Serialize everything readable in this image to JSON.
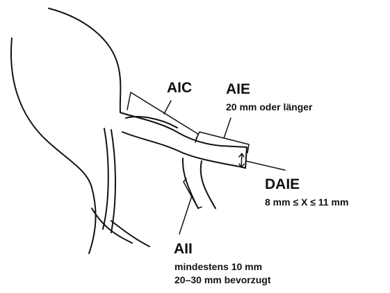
{
  "labels": {
    "aic": {
      "name": "AIC"
    },
    "aie": {
      "name": "AIE",
      "note": "20 mm oder länger"
    },
    "daie": {
      "name": "DAIE",
      "note": "8 mm ≤ X ≤ 11 mm"
    },
    "aii": {
      "name": "AII",
      "note_1": "mindestens 10 mm",
      "note_2": "20–30 mm bevorzugt"
    }
  },
  "colors": {
    "line": "#111111",
    "background": "#ffffff"
  }
}
